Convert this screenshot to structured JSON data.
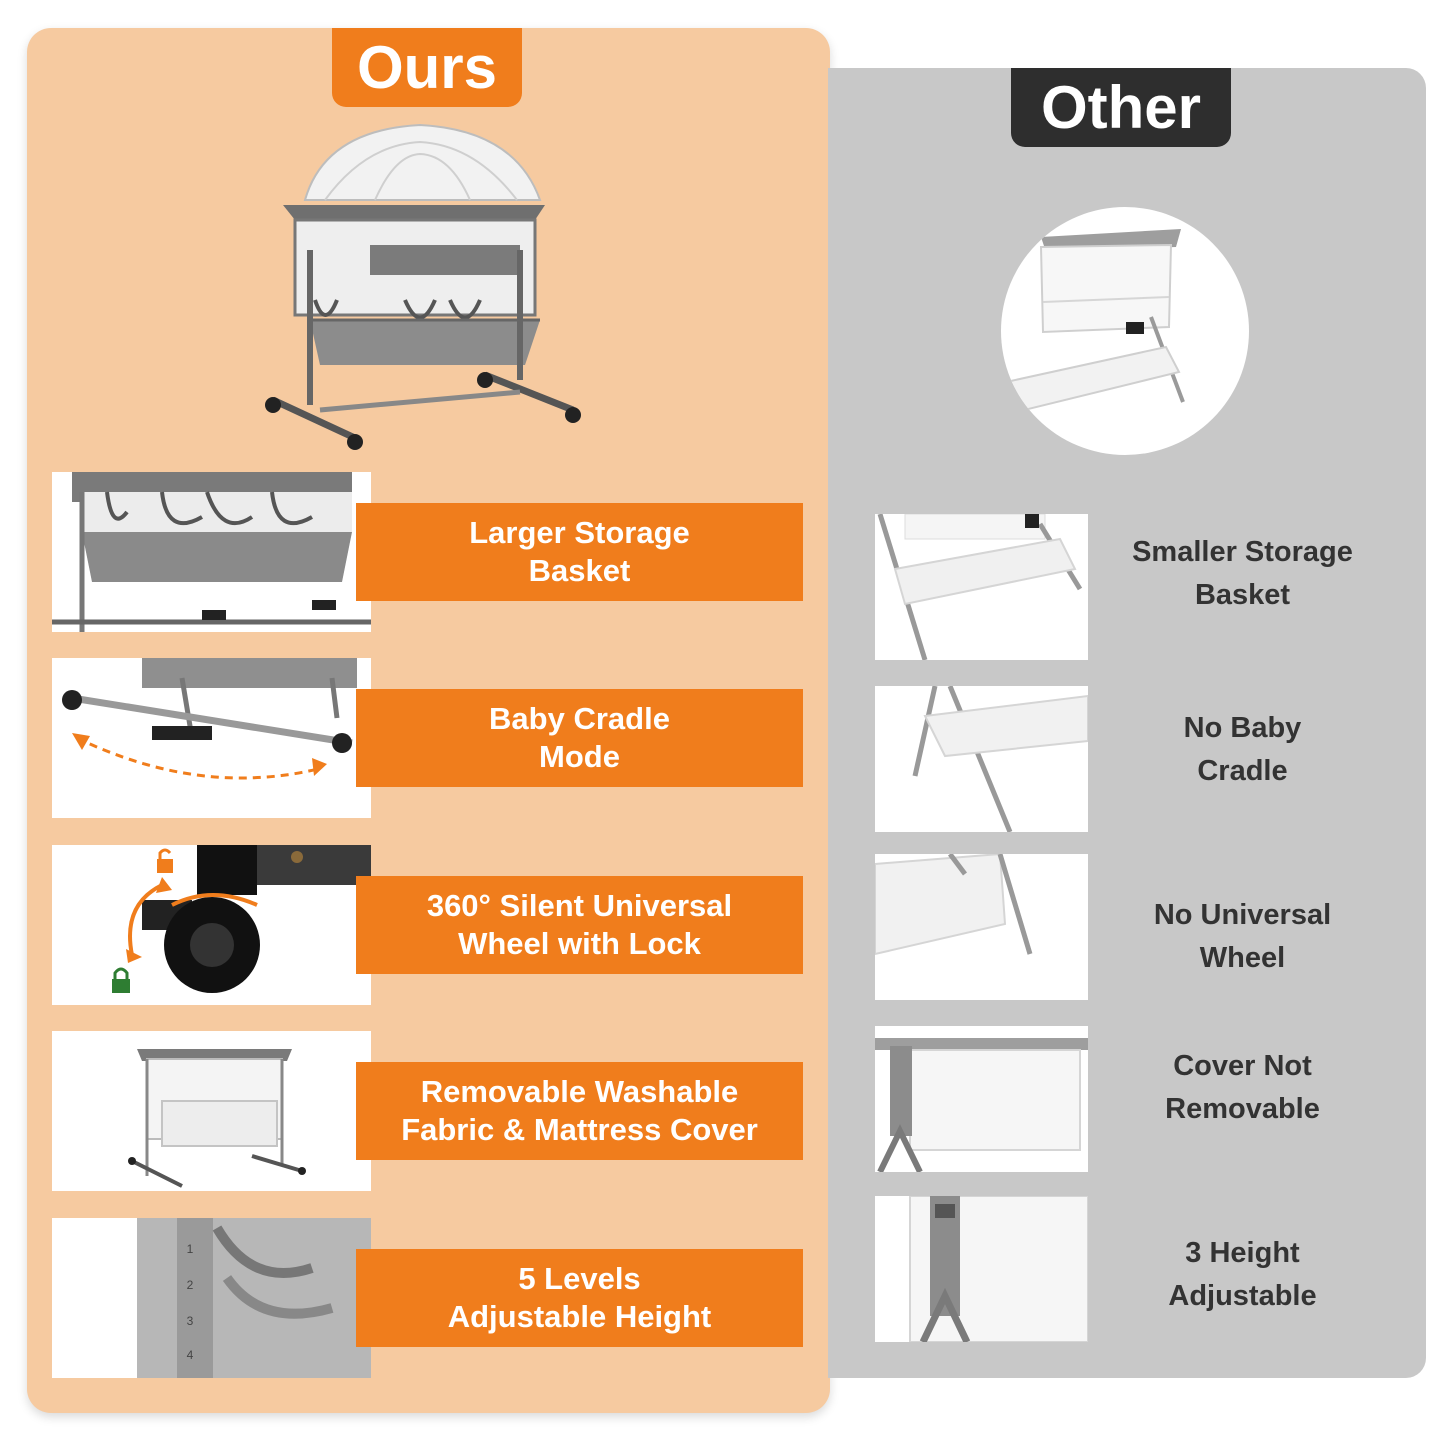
{
  "tabs": {
    "ours": "Ours",
    "other": "Other"
  },
  "ours_features": [
    {
      "line1": "Larger Storage",
      "line2": "Basket"
    },
    {
      "line1": "Baby Cradle",
      "line2": "Mode"
    },
    {
      "line1": "360° Silent Universal",
      "line2": "Wheel with Lock"
    },
    {
      "line1": "Removable Washable",
      "line2": "Fabric & Mattress Cover"
    },
    {
      "line1": "5 Levels",
      "line2": "Adjustable Height"
    }
  ],
  "other_features": [
    {
      "line1": "Smaller Storage",
      "line2": "Basket"
    },
    {
      "line1": "No Baby",
      "line2": "Cradle"
    },
    {
      "line1": "No Universal",
      "line2": "Wheel"
    },
    {
      "line1": "Cover Not",
      "line2": "Removable"
    },
    {
      "line1": "3 Height",
      "line2": "Adjustable"
    }
  ],
  "height_levels": [
    "1",
    "2",
    "3",
    "4"
  ],
  "icons": {
    "unlock": "unlock-icon",
    "lock": "lock-icon",
    "rotate": "rotate-arrow-icon",
    "swing": "swing-arrow-icon"
  },
  "colors": {
    "accent": "#f07d1c",
    "ours_bg": "#f6caa0",
    "other_bg": "#c8c8c8",
    "other_tab": "#2e2e2e",
    "lock_green": "#2e7d32"
  }
}
